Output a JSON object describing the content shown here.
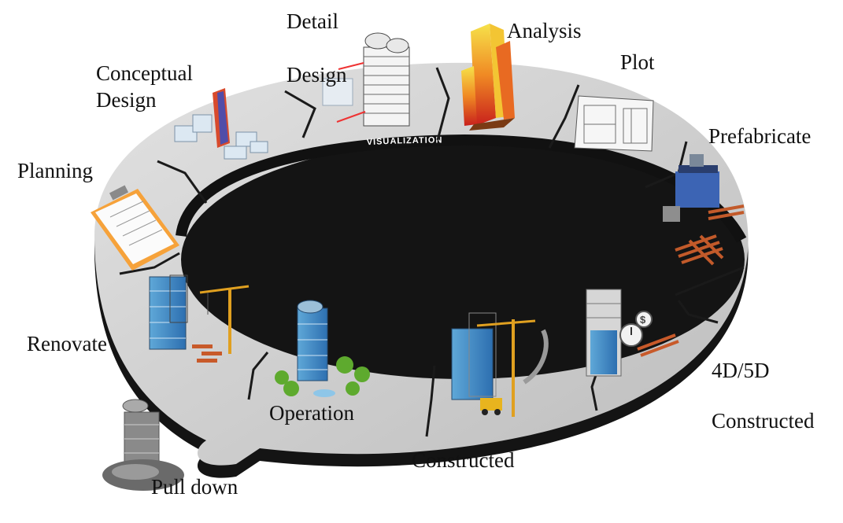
{
  "ring": {
    "band_label": "VISUALIZATION",
    "colors": {
      "surface": "#c9c9c9",
      "surface_light": "#dedede",
      "edge": "#141414",
      "divider": "#1a1a1a"
    }
  },
  "stages": {
    "conceptual_design": {
      "line1": "Conceptual",
      "line2": "Design"
    },
    "detail_design": {
      "line1": "Detail",
      "line2": "Design"
    },
    "analysis": "Analysis",
    "plot": "Plot",
    "prefabricate": "Prefabricate",
    "planning": "Planning",
    "renovate": "Renovate",
    "operation": "Operation",
    "constructed_bottom": "Constructed",
    "four_d_five_d": "4D/5D",
    "constructed_right": "Constructed",
    "pull_down": "Pull down"
  },
  "icons": [
    "conceptual-model-icon",
    "detail-design-building-icon",
    "analysis-model-icon",
    "floor-plan-icon",
    "prefab-machine-icon",
    "planning-clipboard-icon",
    "renovate-crane-icon",
    "operation-building-icon",
    "construction-crane-icon",
    "cost-schedule-building-icon",
    "demolition-rubble-icon"
  ]
}
